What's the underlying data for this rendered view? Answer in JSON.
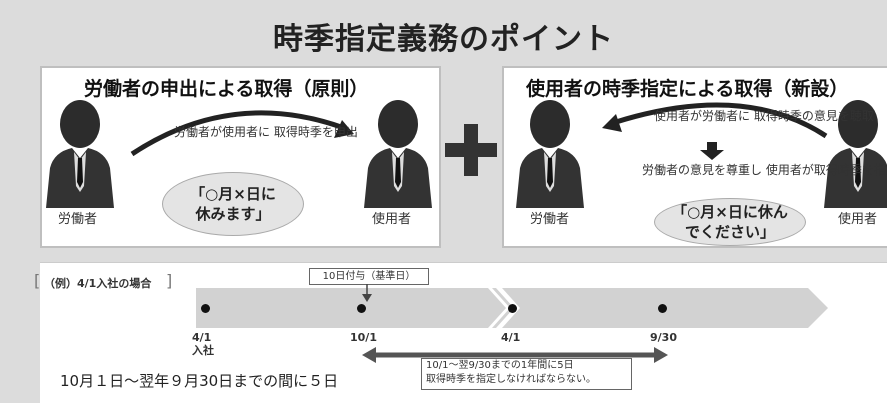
{
  "title": "時季指定義務のポイント",
  "left_panel": {
    "title": "労働者の申出による取得（原則）",
    "note": "労働者が使用者に\n取得時季を申出",
    "bubble": "「○月×日に\n休みます」",
    "worker_label": "労働者",
    "employer_label": "使用者"
  },
  "right_panel": {
    "title": "使用者の時季指定による取得（新設）",
    "note1": "使用者が労働者に\n取得時季の意見を聴取",
    "note2": "労働者の意見を尊重し\n使用者が取得時季を指定",
    "bubble": "「○月×日に休ん\nでください」",
    "worker_label": "労働者",
    "employer_label": "使用者"
  },
  "timeline": {
    "example_label": "（例）4/1入社の場合",
    "grant_label": "10日付与（基準日）",
    "ticks": [
      "4/1\n入社",
      "10/1",
      "4/1",
      "9/30"
    ],
    "period_note": "10/1～翌9/30までの1年間に5日\n取得時季を指定しなければならない。",
    "bottom_text": "10月１日～翌年９月30日までの間に５日"
  },
  "colors": {
    "background": "#dcdcdc",
    "panel": "#ffffff",
    "bubble": "#e4e4e4",
    "chevron": "#d2d2d2",
    "arrow": "#222222",
    "timeline_arrow": "#555555"
  }
}
